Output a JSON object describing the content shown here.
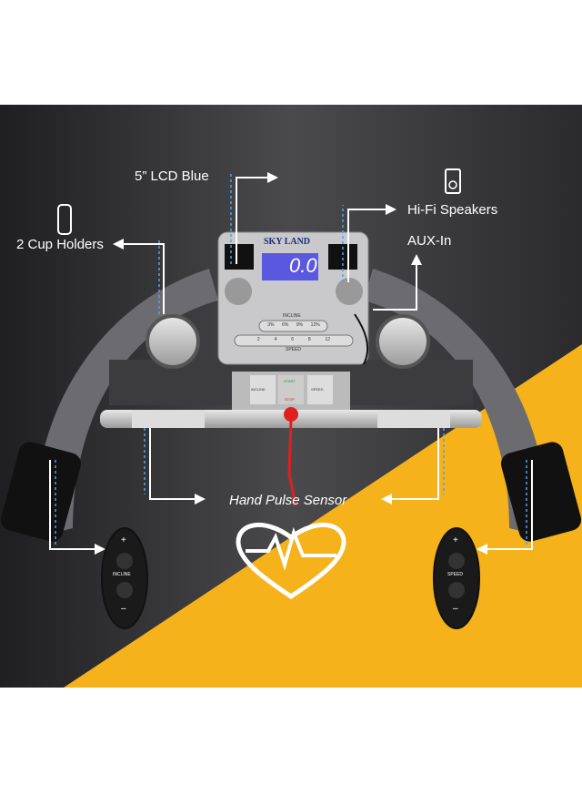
{
  "colors": {
    "dark_bg": "#2a2a2c",
    "yellow": "#f5b21a",
    "lcd": "#5b58e0",
    "arrow": "#ffffff",
    "dashed": "#4fa3e8"
  },
  "labels": {
    "lcd": "5” LCD Blue",
    "cup_holders": "2 Cup Holders",
    "speakers": "Hi-Fi Speakers",
    "aux": "AUX-In",
    "pulse": "Hand Pulse Sensor"
  },
  "console": {
    "brand": "SKY LAND",
    "display_value": "0.0",
    "incline_label": "INCLINE",
    "speed_label": "SPEED",
    "incline_keys": [
      "3%",
      "6%",
      "9%",
      "12%"
    ],
    "speed_keys": [
      "2",
      "4",
      "6",
      "8",
      "12"
    ],
    "start": "START",
    "stop": "STOP",
    "incline_rocker": "INCLINE",
    "speed_rocker": "SPEED"
  },
  "remotes": {
    "left": {
      "plus": "+",
      "label": "INCLINE",
      "minus": "–"
    },
    "right": {
      "plus": "+",
      "label": "SPEED",
      "minus": "–"
    }
  },
  "icons": [
    "water-bottle-icon",
    "speaker-icon",
    "heart-pulse-icon",
    "arrow-icon"
  ]
}
